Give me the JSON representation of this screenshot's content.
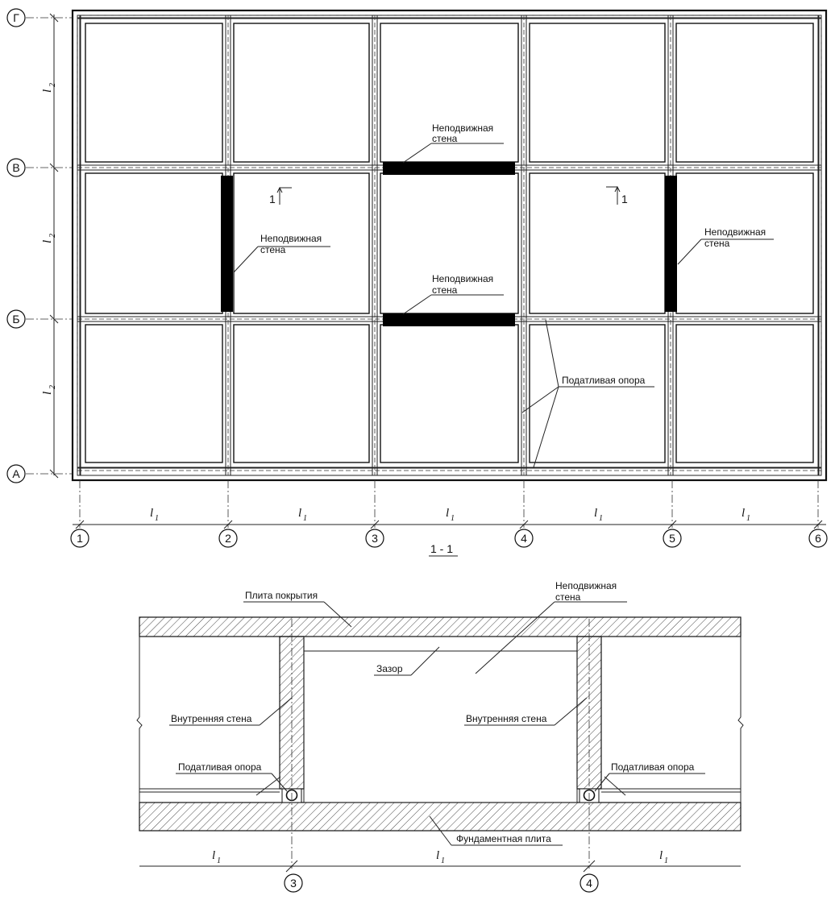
{
  "plan": {
    "rows": [
      "Г",
      "В",
      "Б",
      "А"
    ],
    "cols": [
      "1",
      "2",
      "3",
      "4",
      "5",
      "6"
    ],
    "dim_l1": "l",
    "dim_l1_sub": "1",
    "dim_l2": "l",
    "dim_l2_sub": "2",
    "label_wall": "Неподвижная",
    "label_wall_2": "стена",
    "label_support": "Податливая опора",
    "section_mark": "1"
  },
  "section": {
    "title": "1 - 1",
    "label_cover": "Плита покрытия",
    "label_wall": "Неподвижная",
    "label_wall_2": "стена",
    "label_gap": "Зазор",
    "label_inner_wall": "Внутренняя стена",
    "label_support": "Податливая опора",
    "label_foundation": "Фундаментная плита",
    "axis_left": "3",
    "axis_right": "4",
    "dim_l1": "l",
    "dim_l1_sub": "1"
  }
}
